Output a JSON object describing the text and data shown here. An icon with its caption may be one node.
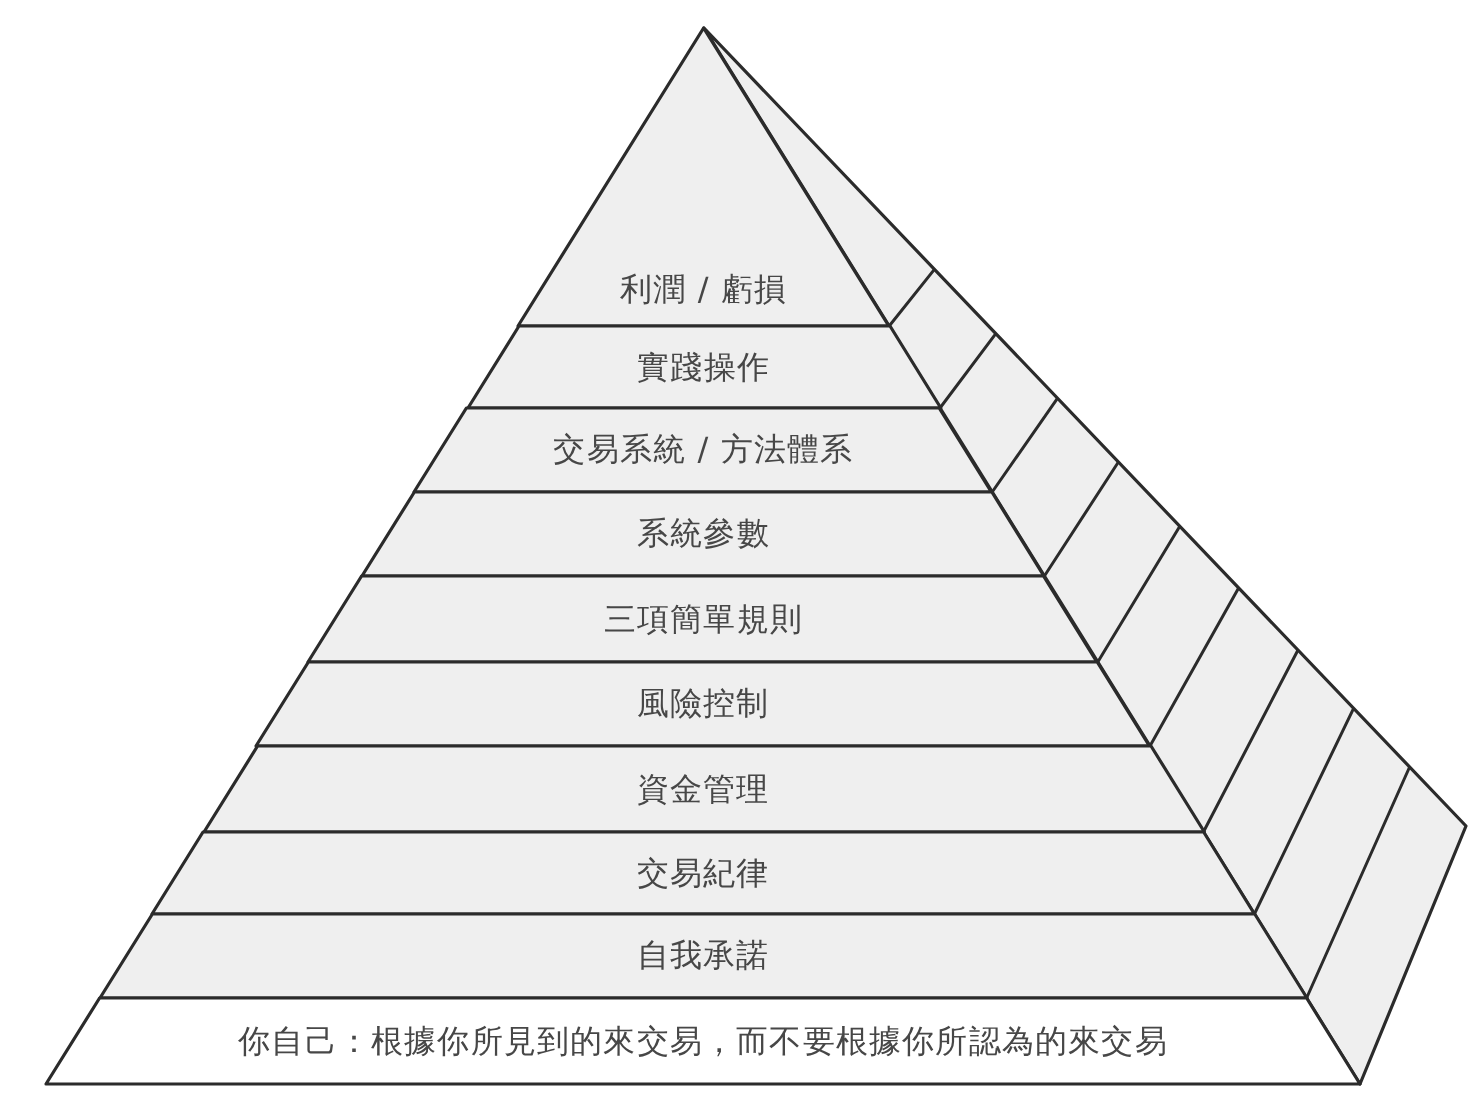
{
  "diagram": {
    "nodes": [
      {
        "text": [
          "利潤 / 虧損"
        ]
      },
      {
        "text": [
          "實踐操作"
        ]
      },
      {
        "text": [
          "交易系統 / 方法體系"
        ]
      },
      {
        "text": [
          "系統參數"
        ]
      },
      {
        "text": [
          "三項簡單規則"
        ]
      },
      {
        "text": [
          "風險控制"
        ]
      },
      {
        "text": [
          "資金管理"
        ]
      },
      {
        "text": [
          "交易紀律"
        ]
      },
      {
        "text": [
          "自我承諾"
        ]
      },
      {
        "text": [
          "你自己：根據你所見到的來交易，而不要根據你所認為的來交易"
        ]
      }
    ]
  }
}
